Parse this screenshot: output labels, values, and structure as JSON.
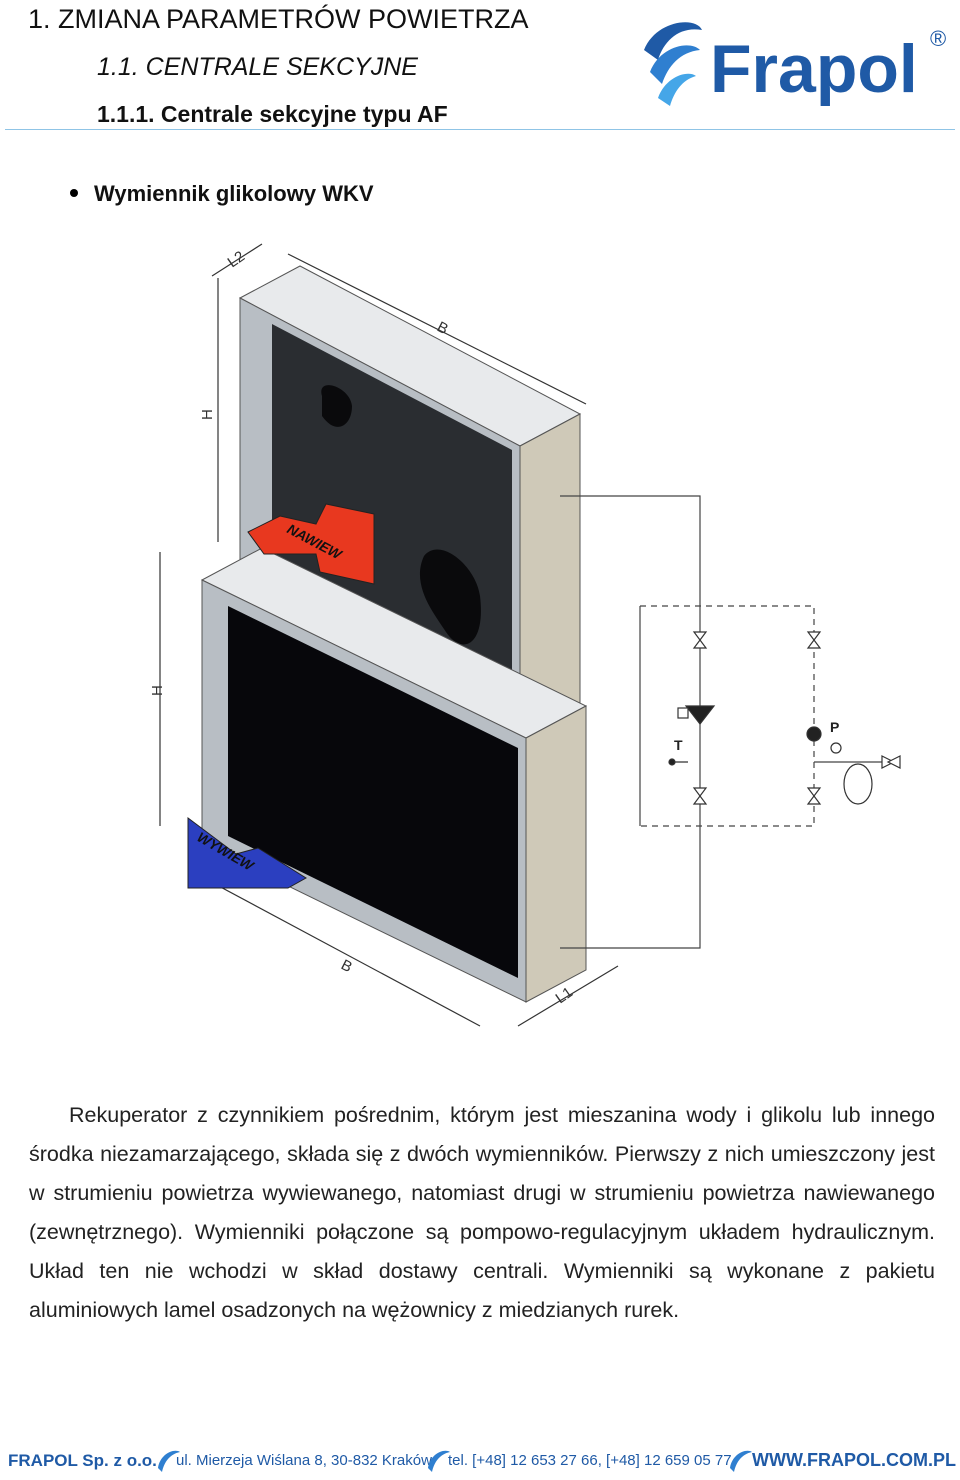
{
  "header": {
    "h1": "1. ZMIANA PARAMETRÓW POWIETRZA",
    "h2": "1.1. CENTRALE SEKCYJNE",
    "h3": "1.1.1. Centrale sekcyjne typu AF",
    "logo_text": "Frapol",
    "logo_mark": "®"
  },
  "bullet": "Wymiennik glikolowy WKV",
  "figure": {
    "labels": {
      "l2": "L2",
      "b_top": "B",
      "h_top": "H",
      "h_bottom": "H",
      "b_bottom": "B",
      "l1": "L1",
      "t": "T",
      "p": "P",
      "arrow_supply": "NAWIEW",
      "arrow_exhaust": "WYWIEW"
    }
  },
  "paragraph": "Rekuperator z czynnikiem pośrednim, którym jest mieszanina wody i glikolu lub innego środka niezamarzającego, składa się z dwóch wymienników. Pierwszy z nich umieszczony jest w strumieniu powietrza wywiewanego, natomiast drugi w strumieniu powietrza nawiewanego (zewnętrznego). Wymienniki połączone są pompowo-regulacyjnym układem hydraulicznym. Układ ten nie wchodzi w skład dostawy centrali. Wymienniki są wykonane z pakietu aluminiowych lamel osadzonych na wężownicy z miedzianych rurek.",
  "footer": {
    "company": "FRAPOL Sp. z o.o.",
    "address": "ul. Mierzeja Wiślana 8, 30-832 Kraków",
    "phone": "tel. [+48] 12 653 27 66, [+48] 12 659 05 77",
    "web": "WWW.FRAPOL.COM.PL"
  },
  "colors": {
    "brand_blue": "#1f5aa6",
    "supply_red": "#e8381f",
    "exhaust_blue": "#2b3fc0"
  }
}
